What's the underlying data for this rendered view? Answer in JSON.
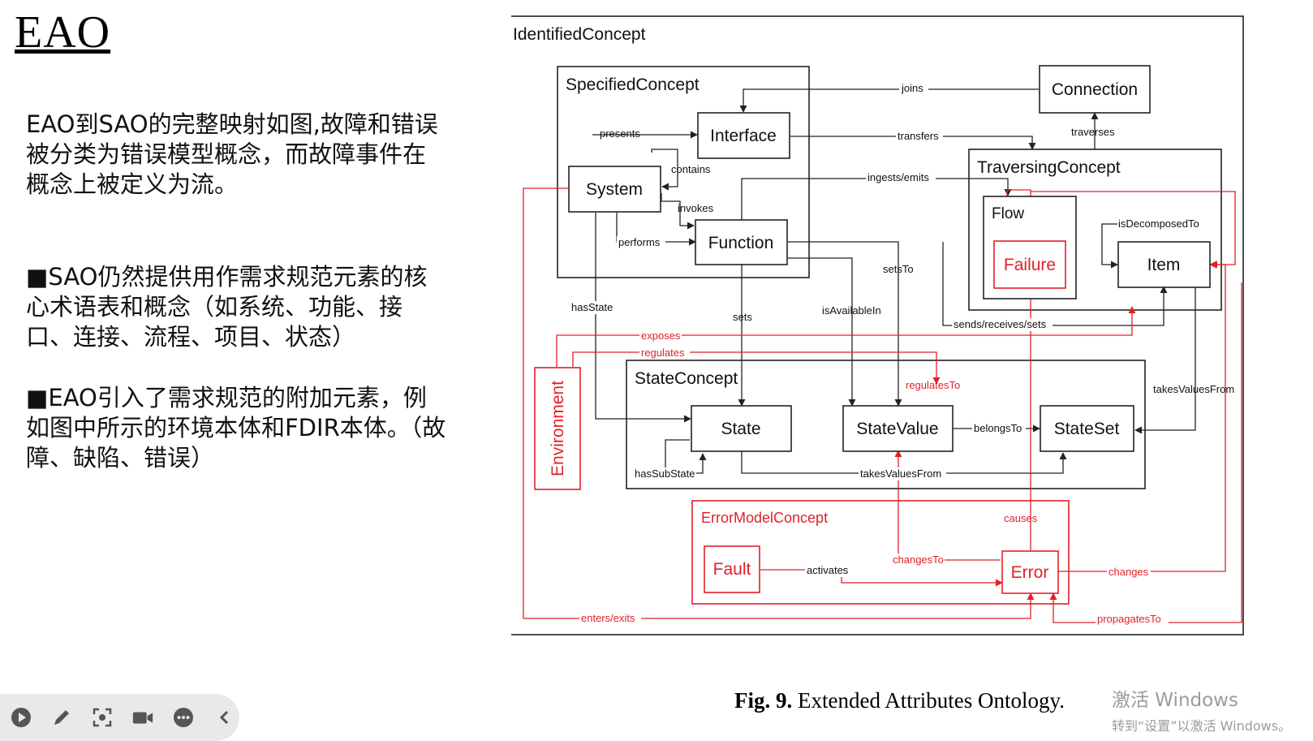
{
  "slide": {
    "title": "EAO",
    "paragraph1": "EAO到SAO的完整映射如图,故障和错误被分类为错误模型概念，而故障事件在概念上被定义为流。",
    "paragraph2": "■SAO仍然提供用作需求规范元素的核心术语表和概念（如系统、功能、接口、连接、流程、项目、状态）",
    "paragraph3": "■EAO引入了需求规范的附加元素，例如图中所示的环境本体和FDIR本体。（故障、缺陷、错误）"
  },
  "figure": {
    "caption_label": "Fig. 9.",
    "caption_text": "Extended Attributes Ontology.",
    "containers": {
      "identified": "IdentifiedConcept",
      "specified": "SpecifiedConcept",
      "traversing": "TraversingConcept",
      "state": "StateConcept",
      "errormodel": "ErrorModelConcept"
    },
    "nodes": {
      "interface": "Interface",
      "system": "System",
      "function": "Function",
      "connection": "Connection",
      "flow": "Flow",
      "failure": "Failure",
      "item": "Item",
      "environment": "Environment",
      "state": "State",
      "statevalue": "StateValue",
      "stateset": "StateSet",
      "fault": "Fault",
      "error": "Error"
    },
    "edges": {
      "joins": "joins",
      "presents": "presents",
      "contains": "contains",
      "transfers": "transfers",
      "traverses": "traverses",
      "invokes": "invokes",
      "ingests_emits": "ingests/emits",
      "performs": "performs",
      "isDecomposedTo": "isDecomposedTo",
      "setsTo": "setsTo",
      "hasState": "hasState",
      "sets": "sets",
      "isAvailableIn": "isAvailableIn",
      "sends_receives_sets": "sends/receives/sets",
      "exposes": "exposes",
      "regulates": "regulates",
      "regulatesTo": "regulatesTo",
      "takesValuesFrom": "takesValuesFrom",
      "belongsTo": "belongsTo",
      "hasSubState": "hasSubState",
      "causes": "causes",
      "changesTo": "changesTo",
      "activates": "activates",
      "changes": "changes",
      "enters_exits": "enters/exits",
      "propagatesTo": "propagatesTo"
    }
  },
  "watermark": {
    "line1": "激活 Windows",
    "line2": "转到“设置”以激活 Windows。"
  },
  "toolbar": {
    "buttons": [
      "play-icon",
      "pen-icon",
      "screenshot-icon",
      "video-icon",
      "more-icon",
      "collapse-icon"
    ]
  },
  "colors": {
    "accent_red": "#e0212a",
    "toolbar_bg": "#e9e9e9"
  }
}
